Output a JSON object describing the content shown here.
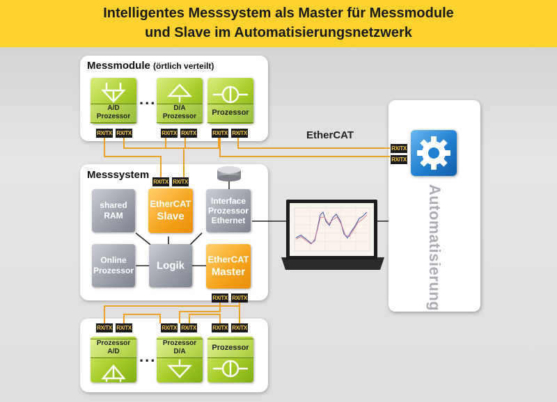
{
  "header": {
    "line1": "Intelligentes Messsystem als Master für Messmodule",
    "line2": "und Slave im Automatisierungsnetzwerk"
  },
  "top_panel": {
    "title": "Messmodule",
    "subtitle": "(örtlich verteilt)",
    "modules": [
      {
        "label_lines": [
          "A/D",
          "Prozessor"
        ],
        "icon": "ad-converter-icon"
      },
      {
        "label_lines": [
          "D/A",
          "Prozessor"
        ],
        "icon": "da-converter-icon"
      },
      {
        "label_lines": [
          "Prozessor"
        ],
        "icon": "sensor-bridge-icon"
      }
    ],
    "ellipsis": "..."
  },
  "rxtx": "RX/TX",
  "ethercat_label": "EtherCAT",
  "mess_panel": {
    "title": "Messsystem",
    "blocks": {
      "shared_ram": [
        "shared",
        "RAM"
      ],
      "ethercat_slave": [
        "EtherCAT",
        "Slave"
      ],
      "interface": [
        "Interface",
        "Prozessor",
        "Ethernet"
      ],
      "online": [
        "Online",
        "Prozessor"
      ],
      "logik": "Logik",
      "ethercat_master": [
        "EtherCAT",
        "Master"
      ]
    }
  },
  "bottom_panel": {
    "modules": [
      {
        "label_lines": [
          "Prozessor",
          "A/D"
        ],
        "icon": "ad-converter-icon"
      },
      {
        "label_lines": [
          "Prozessor",
          "D/A"
        ],
        "icon": "da-converter-icon"
      },
      {
        "label_lines": [
          "Prozessor"
        ],
        "icon": "sensor-bridge-icon"
      }
    ],
    "ellipsis": "..."
  },
  "automation": {
    "label": "Automatisierung",
    "icon": "gear-icon"
  },
  "colors": {
    "header_bg": "#fdd22e",
    "module_green": "#a7cd2a",
    "block_gray": "#9a9ea8",
    "block_orange": "#f6a21b",
    "bus_line": "#f0a020",
    "gear_blue": "#1f7fd1"
  }
}
